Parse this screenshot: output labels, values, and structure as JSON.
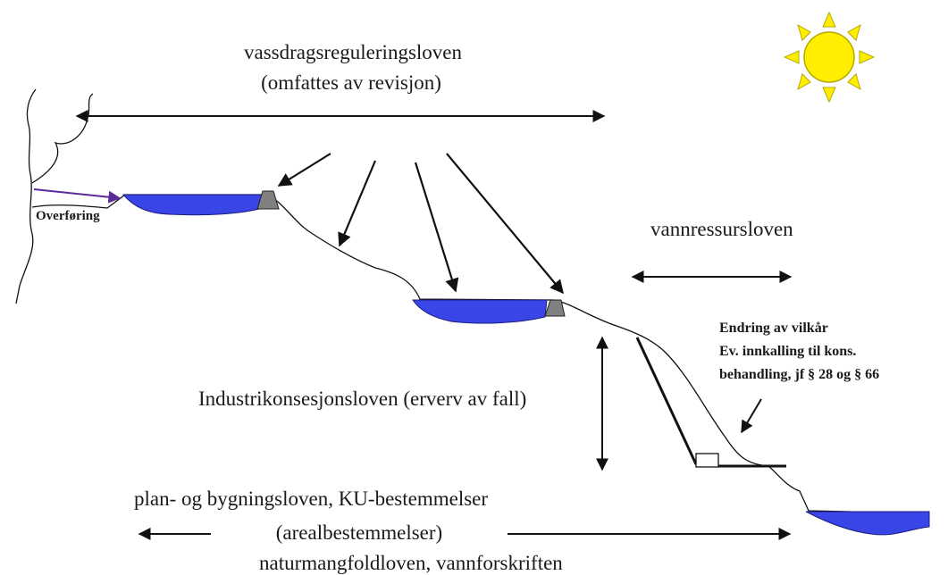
{
  "labels": {
    "vassdrag": "vassdragsreguleringsloven",
    "omfattes": "(omfattes av revisjon)",
    "overforing": "Overføring",
    "vannressurs": "vannressursloven",
    "endring1": "Endring av vilkår",
    "endring2": "Ev. innkalling til kons.",
    "endring3": "behandling, jf § 28 og § 66",
    "industri": "Industrikonsesjonsloven (erverv av fall)",
    "plan": "plan- og bygningsloven, KU-bestemmelser",
    "areal": "(arealbestemmelser)",
    "natur": "naturmangfoldloven, vannforskriften"
  },
  "colors": {
    "water": "#3a45e8",
    "dam": "#808080",
    "sun": "#ffee00",
    "sun_stroke": "#b8a800",
    "transfer_arrow": "#5a2a9a",
    "line": "#111111"
  }
}
